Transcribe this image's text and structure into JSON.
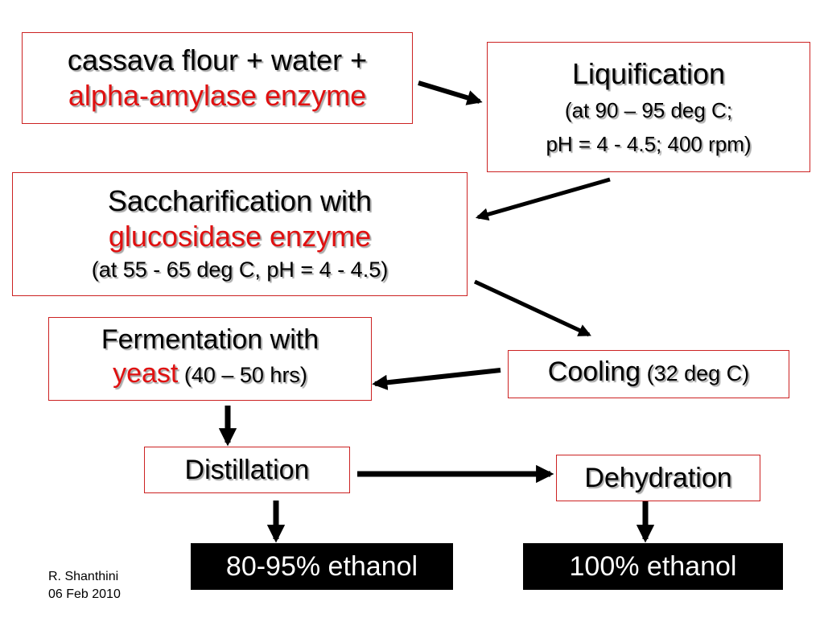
{
  "diagram": {
    "mix": {
      "line1": "cassava flour + water +",
      "line2": "alpha-amylase enzyme"
    },
    "liquification": {
      "title": "Liquification",
      "cond1": "(at 90 – 95 deg C;",
      "cond2": "pH = 4 - 4.5; 400 rpm)"
    },
    "saccharification": {
      "line1": "Saccharification with",
      "line2": "glucosidase enzyme",
      "cond": "(at 55 - 65 deg C, pH = 4 - 4.5)"
    },
    "fermentation": {
      "line1": "Fermentation with",
      "agent": "yeast",
      "cond": " (40 – 50 hrs)"
    },
    "cooling": {
      "title": "Cooling",
      "cond": " (32 deg C)"
    },
    "distillation": {
      "title": "Distillation"
    },
    "dehydration": {
      "title": "Dehydration"
    },
    "output_distillation": {
      "label": "80-95% ethanol"
    },
    "output_dehydration": {
      "label": "100% ethanol"
    }
  },
  "credit": {
    "author": "R. Shanthini",
    "date": "06 Feb 2010"
  },
  "colors": {
    "box_border": "#cc2222",
    "highlight": "#e01010",
    "output_bg": "#000000",
    "output_text": "#ffffff",
    "arrow": "#000000"
  }
}
